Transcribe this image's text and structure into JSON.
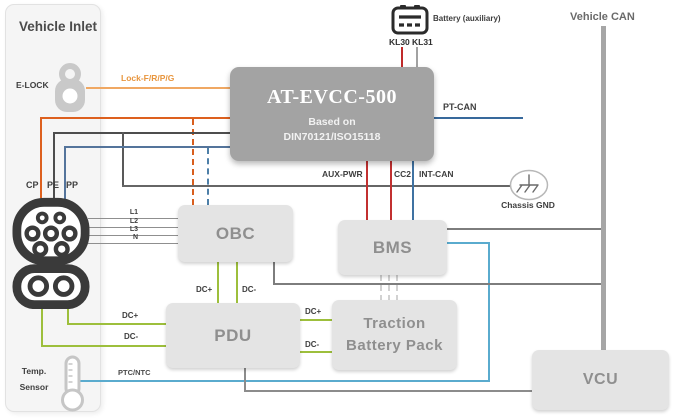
{
  "panel": {
    "title": "Vehicle Inlet"
  },
  "elock": {
    "label": "E-LOCK",
    "wire_label": "Lock-F/R/P/G"
  },
  "evcc": {
    "title": "AT-EVCC-500",
    "subtitle1": "Based on",
    "subtitle2": "DIN70121/ISO15118"
  },
  "battery": {
    "label": "Battery (auxiliary)",
    "kl30": "KL30",
    "kl31": "KL31"
  },
  "vehicle_can": {
    "label": "Vehicle CAN"
  },
  "pt_can": {
    "label": "PT-CAN"
  },
  "signals": {
    "aux_pwr": "AUX-PWR",
    "cc2": "CC2",
    "int_can": "INT-CAN"
  },
  "chassis_gnd": {
    "label": "Chassis GND"
  },
  "pins": {
    "cp": "CP",
    "pe": "PE",
    "pp": "PP"
  },
  "ac_lines": [
    "L1",
    "L2",
    "L3",
    "N"
  ],
  "boxes": {
    "obc": "OBC",
    "bms": "BMS",
    "pdu": "PDU",
    "tbp_line1": "Traction",
    "tbp_line2": "Battery Pack",
    "vcu": "VCU"
  },
  "dc": {
    "plus": "DC+",
    "minus": "DC-"
  },
  "temp": {
    "label1": "Temp.",
    "label2": "Sensor",
    "wire_label": "PTC/NTC"
  },
  "colors": {
    "cp_orange": "#dd601e",
    "lock_orange": "#f0a863",
    "pe_gray": "#4d4d4d",
    "pp_blue": "#54749b",
    "can_blue": "#38699c",
    "power_red": "#c23030",
    "int_can_blue": "#3f72a2",
    "dc_green": "#9dbf3c",
    "temp_cyan": "#5aabce",
    "bus_gray": "#7d7d7d",
    "thick_can_gray": "#a6a6a6",
    "gnd_gray": "#666666",
    "box_fill": "#e4e4e4",
    "evcc_fill": "#a3a3a3"
  }
}
